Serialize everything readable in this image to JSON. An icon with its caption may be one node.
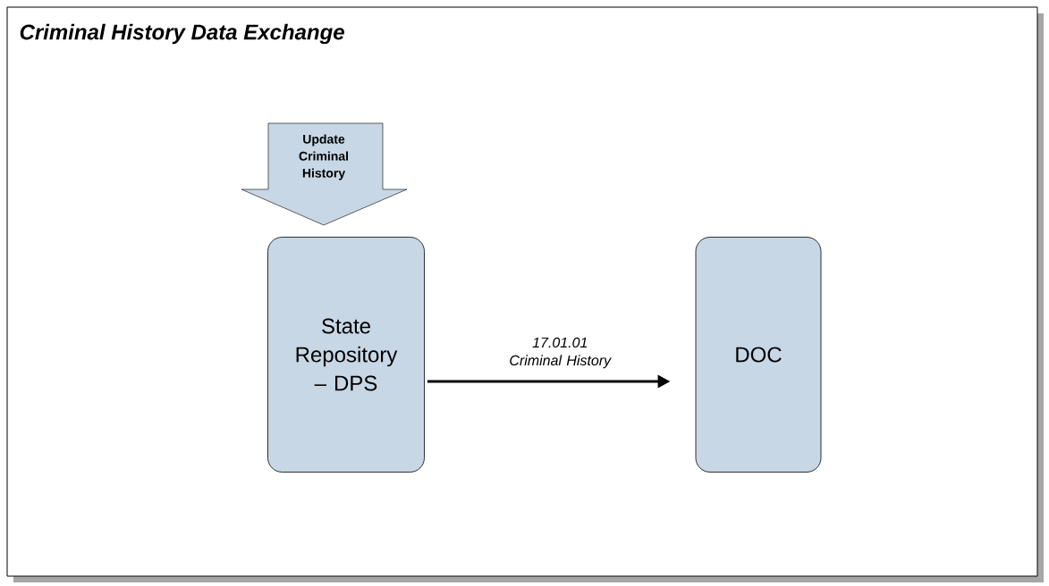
{
  "diagram": {
    "title": "*Criminal History Data Exchange*",
    "nodes": [
      {
        "text": [
          "Update Criminal History"
        ]
      },
      {
        "text": [
          "State Repository – DPS"
        ]
      },
      {
        "text": [
          "DOC"
        ]
      }
    ],
    "edges": [
      {
        "from": 1,
        "to": 2,
        "arrow": "to",
        "label": "17.01.01 Criminal History"
      }
    ]
  }
}
